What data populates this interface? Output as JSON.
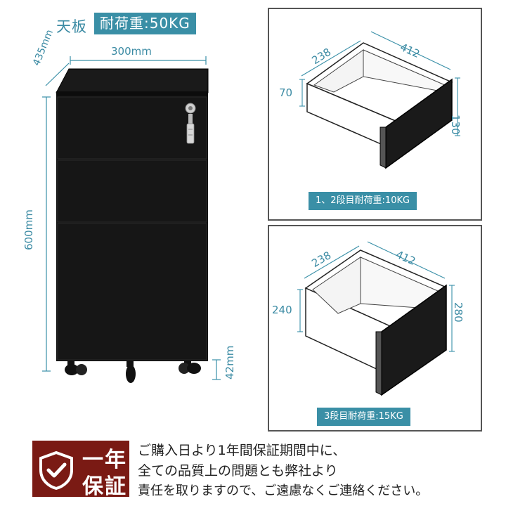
{
  "top": {
    "tenban_label": "天板",
    "top_load_label": "耐荷重:50KG"
  },
  "cabinet_dims": {
    "width": "300mm",
    "depth": "435mm",
    "height": "600mm",
    "caster": "42mm"
  },
  "drawer_small": {
    "depth": "238",
    "width": "412",
    "inner_height": "70",
    "front_height": "130",
    "caption": "1、2段目耐荷重:10KG"
  },
  "drawer_large": {
    "depth": "238",
    "width": "412",
    "inner_height": "240",
    "front_height": "280",
    "caption": "3段目耐荷重:15KG"
  },
  "warranty": {
    "badge_line1": "一年",
    "badge_line2": "保証",
    "text_line1": "ご購入日より1年間保証期間中に、",
    "text_line2": "全ての品質上の問題とも弊社より",
    "text_line3": "責任を取りますので、ご遠慮なくご連絡ください。"
  },
  "colors": {
    "accent": "#3a8fa6",
    "cabinet": "#111111",
    "warranty_badge": "#7a1a14"
  }
}
